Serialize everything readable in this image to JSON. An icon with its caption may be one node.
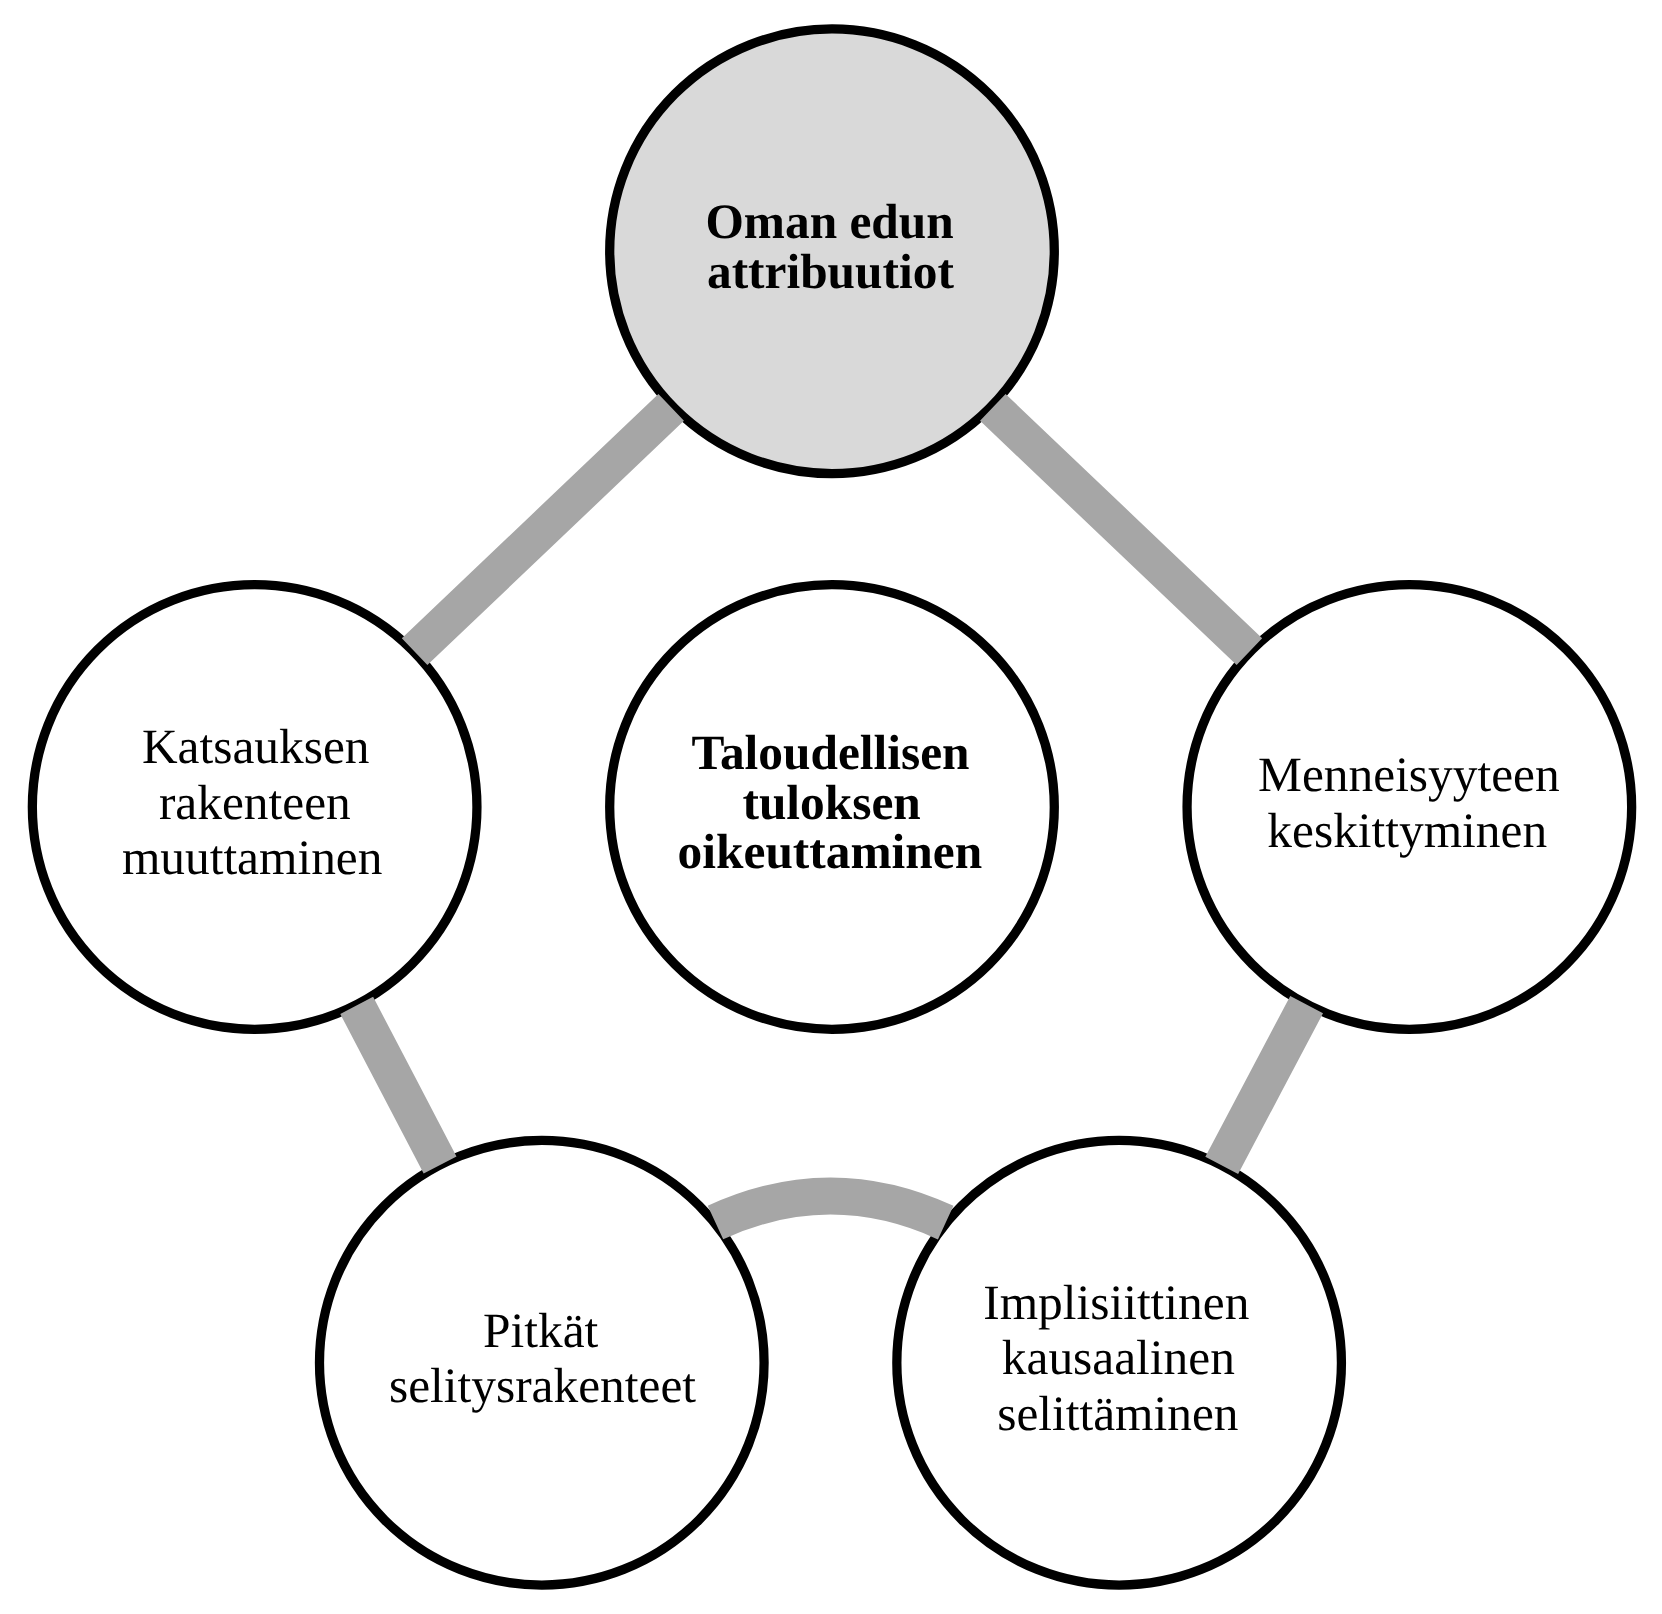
{
  "diagram": {
    "nodes": [
      {
        "text": [
          "Oman edun attribuutiot"
        ]
      },
      {
        "text": [
          "Katsauksen rakenteen muuttaminen"
        ]
      },
      {
        "text": [
          "Menneisyyteen keskittyminen"
        ]
      },
      {
        "text": [
          "Taloudellisen tuloksen oikeuttaminen"
        ]
      },
      {
        "text": [
          "Pitkät selitysrakenteet"
        ]
      },
      {
        "text": [
          "Implisiittinen kausaalinen selittäminen"
        ]
      }
    ],
    "edges": [
      {
        "from": 0,
        "to": 2,
        "arrow": "none"
      },
      {
        "from": 2,
        "to": 5,
        "arrow": "none"
      },
      {
        "from": 5,
        "to": 4,
        "arrow": "none"
      },
      {
        "from": 4,
        "to": 1,
        "arrow": "none"
      },
      {
        "from": 1,
        "to": 0,
        "arrow": "none"
      }
    ]
  }
}
